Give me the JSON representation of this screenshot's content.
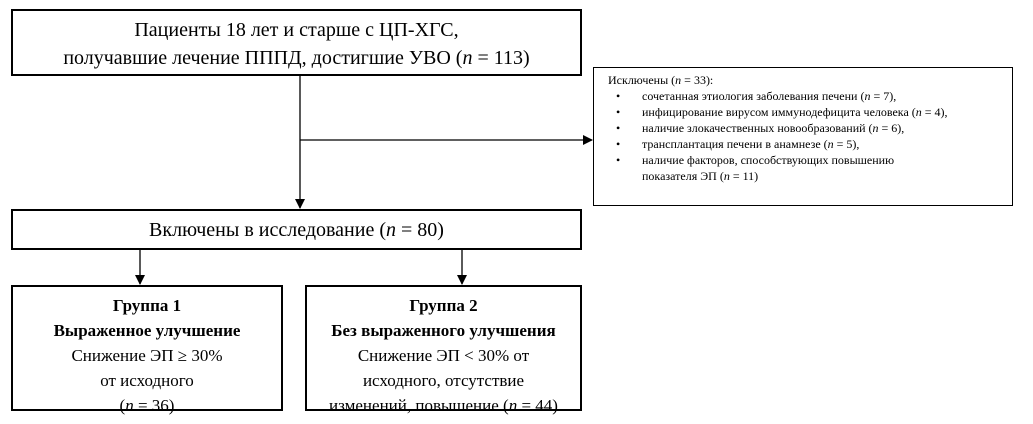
{
  "top_box": {
    "line1": "Пациенты 18 лет и старше с ЦП-ХГС,",
    "line2_prefix": "получавшие лечение ПППД, достигшие УВО (",
    "n_var": "n",
    "line2_suffix": " = 113)"
  },
  "excluded_box": {
    "title_prefix": "Исключены (",
    "title_n": "n",
    "title_suffix": " = 33):",
    "bullet": "•",
    "items": [
      {
        "text": "сочетанная этиология заболевания печени (",
        "n": "n",
        "suffix": " = 7),"
      },
      {
        "text": "инфицирование вирусом иммунодефицита человека (",
        "n": "n",
        "suffix": " = 4),"
      },
      {
        "text": "наличие злокачественных новообразований (",
        "n": "n",
        "suffix": " = 6),"
      },
      {
        "text": "трансплантация печени в анамнезе (",
        "n": "n",
        "suffix": " = 5),"
      },
      {
        "text": "наличие факторов, способствующих повышению",
        "line2": "показателя ЭП (",
        "n": "n",
        "suffix": " = 11)"
      }
    ]
  },
  "included_box": {
    "prefix": "Включены в исследование (",
    "n_var": "n",
    "suffix": " = 80)"
  },
  "group1": {
    "title": "Группа 1",
    "subtitle": "Выраженное улучшение",
    "line1": "Снижение ЭП ≥ 30%",
    "line2": "от исходного",
    "line3_prefix": "(",
    "n_var": "n",
    "line3_suffix": " = 36)"
  },
  "group2": {
    "title": "Группа 2",
    "subtitle": "Без выраженного улучшения",
    "line1": "Снижение ЭП < 30% от",
    "line2": "исходного, отсутствие",
    "line3_prefix": "изменений, повышение (",
    "n_var": "n",
    "line3_suffix": " = 44)"
  }
}
